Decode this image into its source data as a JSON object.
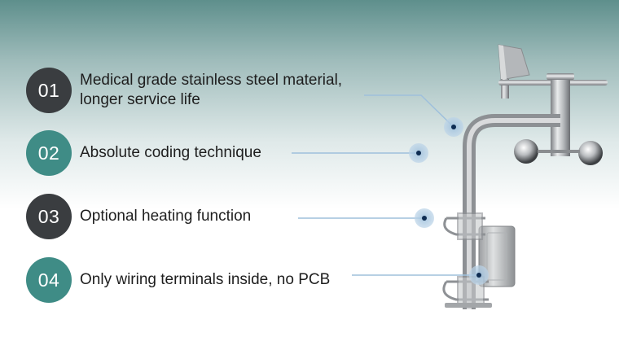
{
  "features": [
    {
      "number": "01",
      "text": "Medical grade stainless steel material,\nlonger service life",
      "badge_color": "#3a3d40"
    },
    {
      "number": "02",
      "text": "Absolute coding technique",
      "badge_color": "#3f8c86"
    },
    {
      "number": "03",
      "text": "Optional heating function",
      "badge_color": "#3a3d40"
    },
    {
      "number": "04",
      "text": "Only wiring terminals inside, no PCB",
      "badge_color": "#3f8c86"
    }
  ],
  "product": {
    "type": "wind direction sensor",
    "material": "stainless steel"
  },
  "colors": {
    "dark": "#3a3d40",
    "teal": "#3f8c86",
    "callout_line": "#9fc0dc",
    "callout_dot": "#0e2c52"
  }
}
